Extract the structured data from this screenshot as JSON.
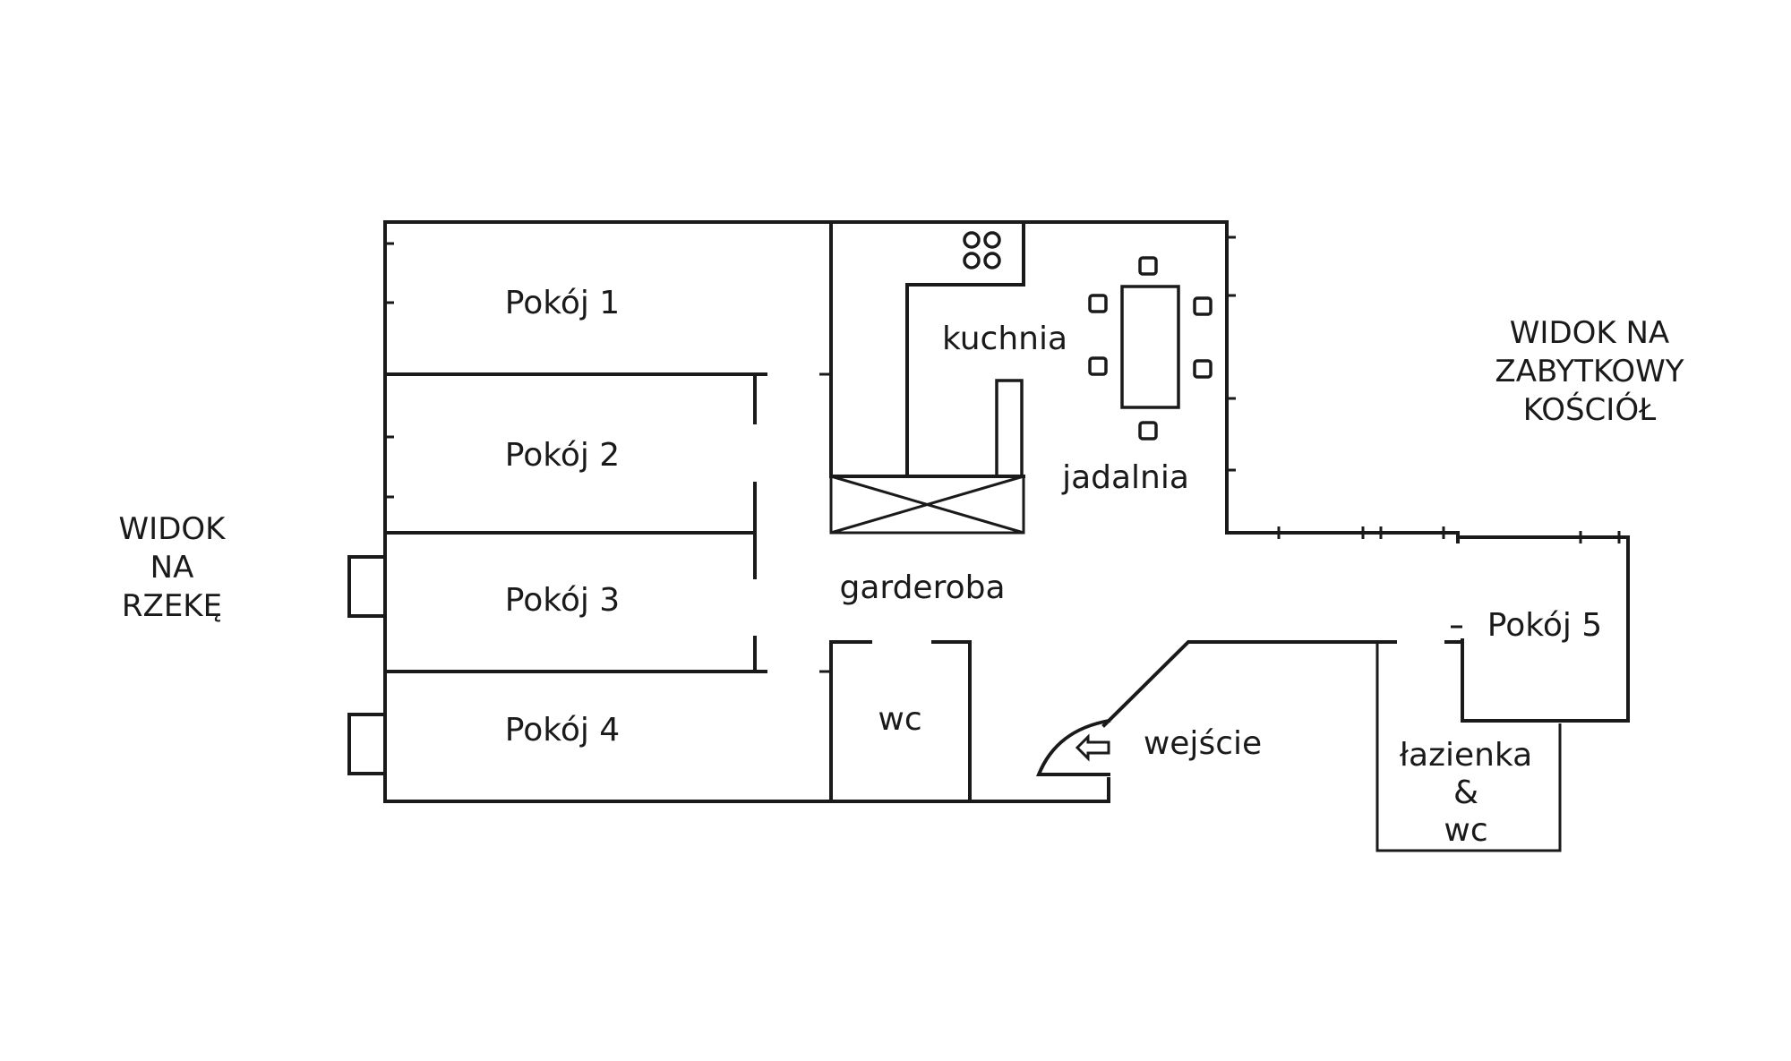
{
  "rooms": {
    "pokoj1": "Pokój 1",
    "pokoj2": "Pokój 2",
    "pokoj3": "Pokój 3",
    "pokoj4": "Pokój 4",
    "pokoj5": "Pokój 5",
    "kuchnia": "kuchnia",
    "jadalnia": "jadalnia",
    "garderoba": "garderoba",
    "wc": "wc",
    "wejscie": "wejście",
    "lazienka": [
      "łazienka",
      "&",
      "wc"
    ]
  },
  "views": {
    "river": [
      "WIDOK",
      "NA",
      "RZEKĘ"
    ],
    "church": [
      "WIDOK NA",
      "ZABYTKOWY",
      "KOŚCIÓŁ"
    ]
  },
  "colors": {
    "line": "#1a1a1a",
    "background": "#ffffff"
  }
}
